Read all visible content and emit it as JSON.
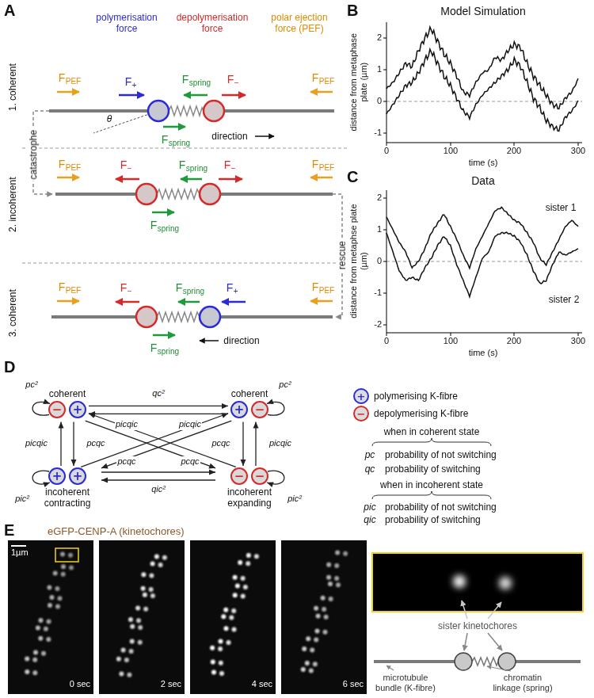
{
  "diagram": {
    "nodes": [
      {
        "text": [
          "coherent"
        ]
      },
      {
        "text": [
          "−"
        ],
        "in": 0
      },
      {
        "text": [
          "+"
        ],
        "in": 0
      },
      {
        "text": [
          "coherent"
        ]
      },
      {
        "text": [
          "+"
        ],
        "in": 3
      },
      {
        "text": [
          "−"
        ],
        "in": 3
      },
      {
        "text": [
          "incoherent contracting"
        ]
      },
      {
        "text": [
          "+"
        ],
        "in": 6
      },
      {
        "text": [
          "+"
        ],
        "in": 6
      },
      {
        "text": [
          "incoherent expanding"
        ]
      },
      {
        "text": [
          "−"
        ],
        "in": 9
      },
      {
        "text": [
          "−"
        ],
        "in": 9
      }
    ],
    "edges": [
      {
        "from": 0,
        "to": 3,
        "arrow": "to",
        "label": "qc²"
      },
      {
        "from": 3,
        "to": 0,
        "arrow": "to"
      },
      {
        "from": 0,
        "to": 0,
        "arrow": "to",
        "label": "pc²"
      },
      {
        "from": 3,
        "to": 3,
        "arrow": "to",
        "label": "pc²"
      },
      {
        "from": 6,
        "to": 0,
        "arrow": "to",
        "label": "picqic"
      },
      {
        "from": 0,
        "to": 6,
        "arrow": "to",
        "label": "pcqc"
      },
      {
        "from": 3,
        "to": 9,
        "arrow": "to",
        "label": "pcqc"
      },
      {
        "from": 9,
        "to": 3,
        "arrow": "to",
        "label": "picqic"
      },
      {
        "from": 9,
        "to": 0,
        "arrow": "to",
        "label": "picqic"
      },
      {
        "from": 0,
        "to": 9,
        "arrow": "to",
        "label": "pcqc"
      },
      {
        "from": 6,
        "to": 3,
        "arrow": "to",
        "label": "picqic"
      },
      {
        "from": 3,
        "to": 6,
        "arrow": "to",
        "label": "pcqc"
      },
      {
        "from": 6,
        "to": 6,
        "arrow": "to",
        "label": "pic²"
      },
      {
        "from": 9,
        "to": 9,
        "arrow": "to",
        "label": "pic²"
      },
      {
        "from": 6,
        "to": 9,
        "arrow": "to",
        "label": "qic²"
      },
      {
        "from": 9,
        "to": 6,
        "arrow": "to"
      }
    ],
    "labels": [
      "A",
      "B",
      "C",
      "D",
      "E",
      "1. coherent",
      "2. incoherent",
      "3. coherent",
      "catastrophe",
      "rescue",
      "polymerisation force",
      "depolymerisation force",
      "polar ejection force (PEF)",
      "F",
      "PEF",
      "F",
      "PEF",
      "F",
      "+",
      "F",
      "spring",
      "F",
      "−",
      "F",
      "spring",
      "θ",
      "direction",
      "F",
      "PEF",
      "F",
      "PEF",
      "F",
      "−",
      "F",
      "spring",
      "F",
      "spring",
      "F",
      "−",
      "F",
      "PEF",
      "F",
      "PEF",
      "F",
      "−",
      "F",
      "spring",
      "F",
      "spring",
      "F",
      "+",
      "direction",
      "Model Simulation",
      "2",
      "1",
      "0",
      "-1",
      "0",
      "100",
      "200",
      "300",
      "time (s)",
      "distance from metaphase plate (µm)",
      "Data",
      "2",
      "1",
      "0",
      "-1",
      "-2",
      "0",
      "100",
      "200",
      "300",
      "time (s)",
      "distance from metaphse plate (µm)",
      "sister 1",
      "sister 2",
      "when in coherent state",
      "pc",
      "probability of not switching",
      "qc",
      "probability of switching",
      "when in incoherent state",
      "pic",
      "probability of not switching",
      "qic",
      "probability of switching",
      "+",
      "−",
      "eGFP-CENP-A (kinetochores)",
      "1µm",
      "0 sec",
      "2 sec",
      "4 sec",
      "6 sec",
      "sister kinetochores",
      "microtubule bundle (K-fibre)",
      "chromatin linkage (spring)"
    ],
    "legend": [
      {
        "text": "polymerising K-fibre"
      },
      {
        "text": "depolymerising K-fibre"
      }
    ]
  }
}
